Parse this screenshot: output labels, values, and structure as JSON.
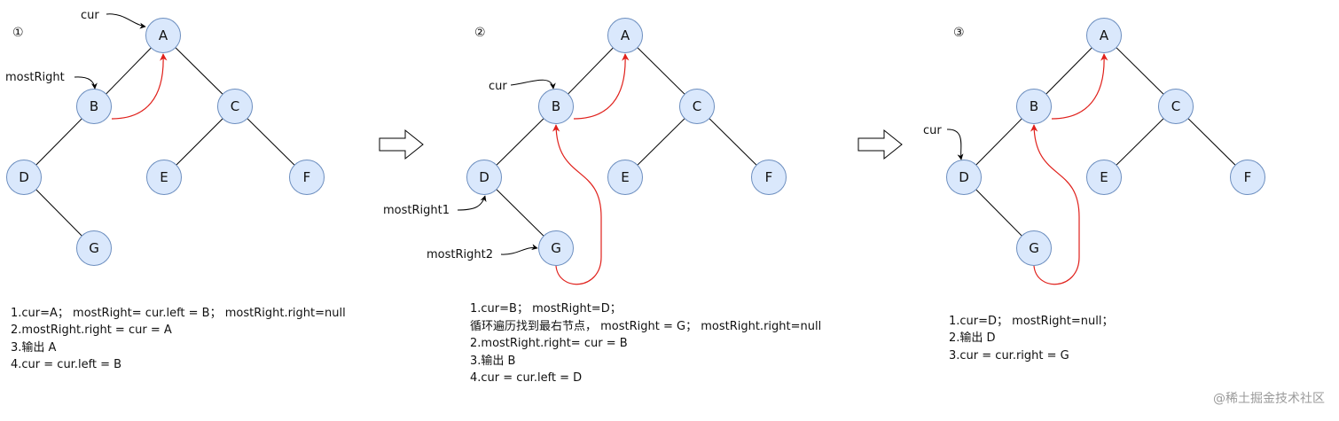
{
  "panels": [
    {
      "step_label": "①",
      "nodes": {
        "A": "A",
        "B": "B",
        "C": "C",
        "D": "D",
        "E": "E",
        "F": "F",
        "G": "G"
      },
      "pointers": [
        {
          "id": "cur",
          "label": "cur"
        },
        {
          "id": "mostRight",
          "label": "mostRight"
        }
      ],
      "lines": [
        "1.cur=A； mostRight= cur.left = B； mostRight.right=null",
        "2.mostRight.right = cur = A",
        "3.输出 A",
        "4.cur = cur.left = B"
      ]
    },
    {
      "step_label": "②",
      "nodes": {
        "A": "A",
        "B": "B",
        "C": "C",
        "D": "D",
        "E": "E",
        "F": "F",
        "G": "G"
      },
      "pointers": [
        {
          "id": "cur",
          "label": "cur"
        },
        {
          "id": "mostRight1",
          "label": "mostRight1"
        },
        {
          "id": "mostRight2",
          "label": "mostRight2"
        }
      ],
      "lines": [
        "1.cur=B； mostRight=D；",
        "循环遍历找到最右节点， mostRight = G； mostRight.right=null",
        "2.mostRight.right= cur = B",
        "3.输出 B",
        "4.cur = cur.left = D"
      ]
    },
    {
      "step_label": "③",
      "nodes": {
        "A": "A",
        "B": "B",
        "C": "C",
        "D": "D",
        "E": "E",
        "F": "F",
        "G": "G"
      },
      "pointers": [
        {
          "id": "cur",
          "label": "cur"
        }
      ],
      "lines": [
        "1.cur=D； mostRight=null；",
        "2.输出 D",
        "3.cur = cur.right = G"
      ]
    }
  ],
  "watermark": "@稀土掘金技术社区",
  "colors": {
    "node_fill": "#dae8fc",
    "node_stroke": "#6c8ebf",
    "edge": "#000000",
    "thread": "#e0201b"
  }
}
